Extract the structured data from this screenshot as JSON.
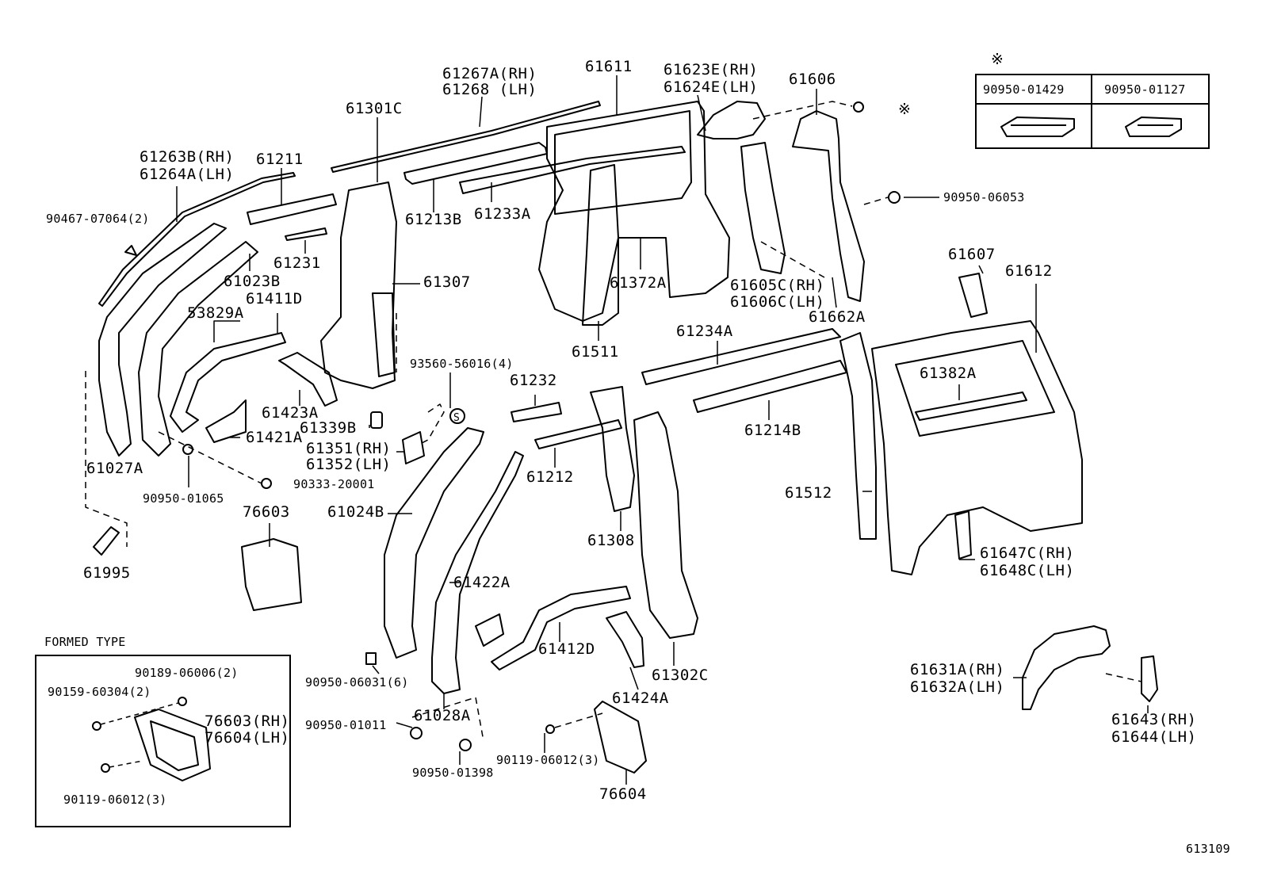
{
  "refmark": "※",
  "ref_table": {
    "col1": "90950-01429",
    "col2": "90950-01127"
  },
  "formed_type": {
    "title": "FORMED TYPE",
    "labels": [
      "90189-06006(2)",
      "90159-60304(2)",
      "76603(RH)",
      "76604(LH)",
      "90119-06012(3)"
    ]
  },
  "labels": [
    "61267A(RH)",
    "61268 (LH)",
    "61611",
    "61623E(RH)",
    "61624E(LH)",
    "61606",
    "61301C",
    "61263B(RH)",
    "61264A(LH)",
    "61211",
    "90467-07064(2)",
    "61213B",
    "61233A",
    "90950-06053",
    "61231",
    "61023B",
    "61411D",
    "53829A",
    "61307",
    "61372A",
    "61605C(RH)",
    "61606C(LH)",
    "61607",
    "61612",
    "61662A",
    "61511",
    "61234A",
    "93560-56016(4)",
    "61382A",
    "61232",
    "61423A",
    "61339B",
    "61421A",
    "61351(RH)",
    "61352(LH)",
    "61214B",
    "61027A",
    "90333-20001",
    "90950-01065",
    "61212",
    "61512",
    "61024B",
    "76603",
    "61308",
    "61995",
    "61647C(RH)",
    "61648C(LH)",
    "61422A",
    "61412D",
    "90950-06031(6)",
    "61302C",
    "61424A",
    "61631A(RH)",
    "61632A(LH)",
    "90950-01011",
    "61028A",
    "61643(RH)",
    "61644(LH)",
    "90119-06012(3)",
    "90950-01398",
    "76604",
    "613109"
  ]
}
